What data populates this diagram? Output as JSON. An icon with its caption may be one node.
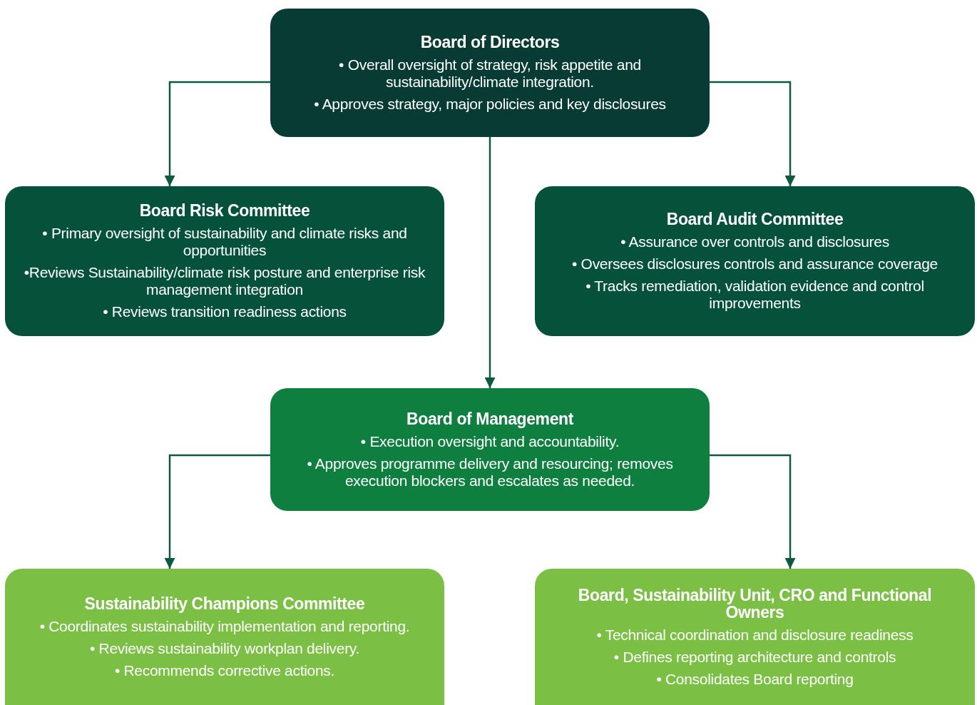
{
  "diagram": {
    "nodes": [
      {
        "text": [
          "Board of Directors",
          "• Overall oversight of strategy, risk appetite and sustainability/climate integration.",
          "• Approves strategy, major policies and key disclosures"
        ]
      },
      {
        "text": [
          "Board Risk Committee",
          "• Primary oversight of sustainability and climate risks and opportunities",
          "•Reviews Sustainability/climate risk posture and enterprise risk management integration",
          "• Reviews transition readiness actions"
        ]
      },
      {
        "text": [
          "Board Audit Committee",
          "• Assurance over controls and disclosures",
          "• Oversees disclosures controls and assurance coverage",
          "• Tracks remediation, validation evidence and control improvements"
        ]
      },
      {
        "text": [
          "Board of Management",
          "• Execution oversight and accountability.",
          "• Approves programme delivery and resourcing; removes execution blockers and escalates as needed."
        ]
      },
      {
        "text": [
          "Sustainability Champions Committee",
          "• Coordinates sustainability implementation and reporting.",
          "• Reviews sustainability workplan delivery.",
          "• Recommends corrective actions."
        ]
      },
      {
        "text": [
          "Board, Sustainability Unit, CRO and Functional Owners",
          "• Technical coordination and disclosure readiness",
          "• Defines reporting architecture and controls",
          "• Consolidates Board reporting"
        ]
      }
    ],
    "edges": [
      {
        "from": 0,
        "to": 1,
        "arrow": "to"
      },
      {
        "from": 0,
        "to": 2,
        "arrow": "to"
      },
      {
        "from": 0,
        "to": 3,
        "arrow": "to"
      },
      {
        "from": 3,
        "to": 4,
        "arrow": "to"
      },
      {
        "from": 3,
        "to": 5,
        "arrow": "to"
      }
    ]
  }
}
